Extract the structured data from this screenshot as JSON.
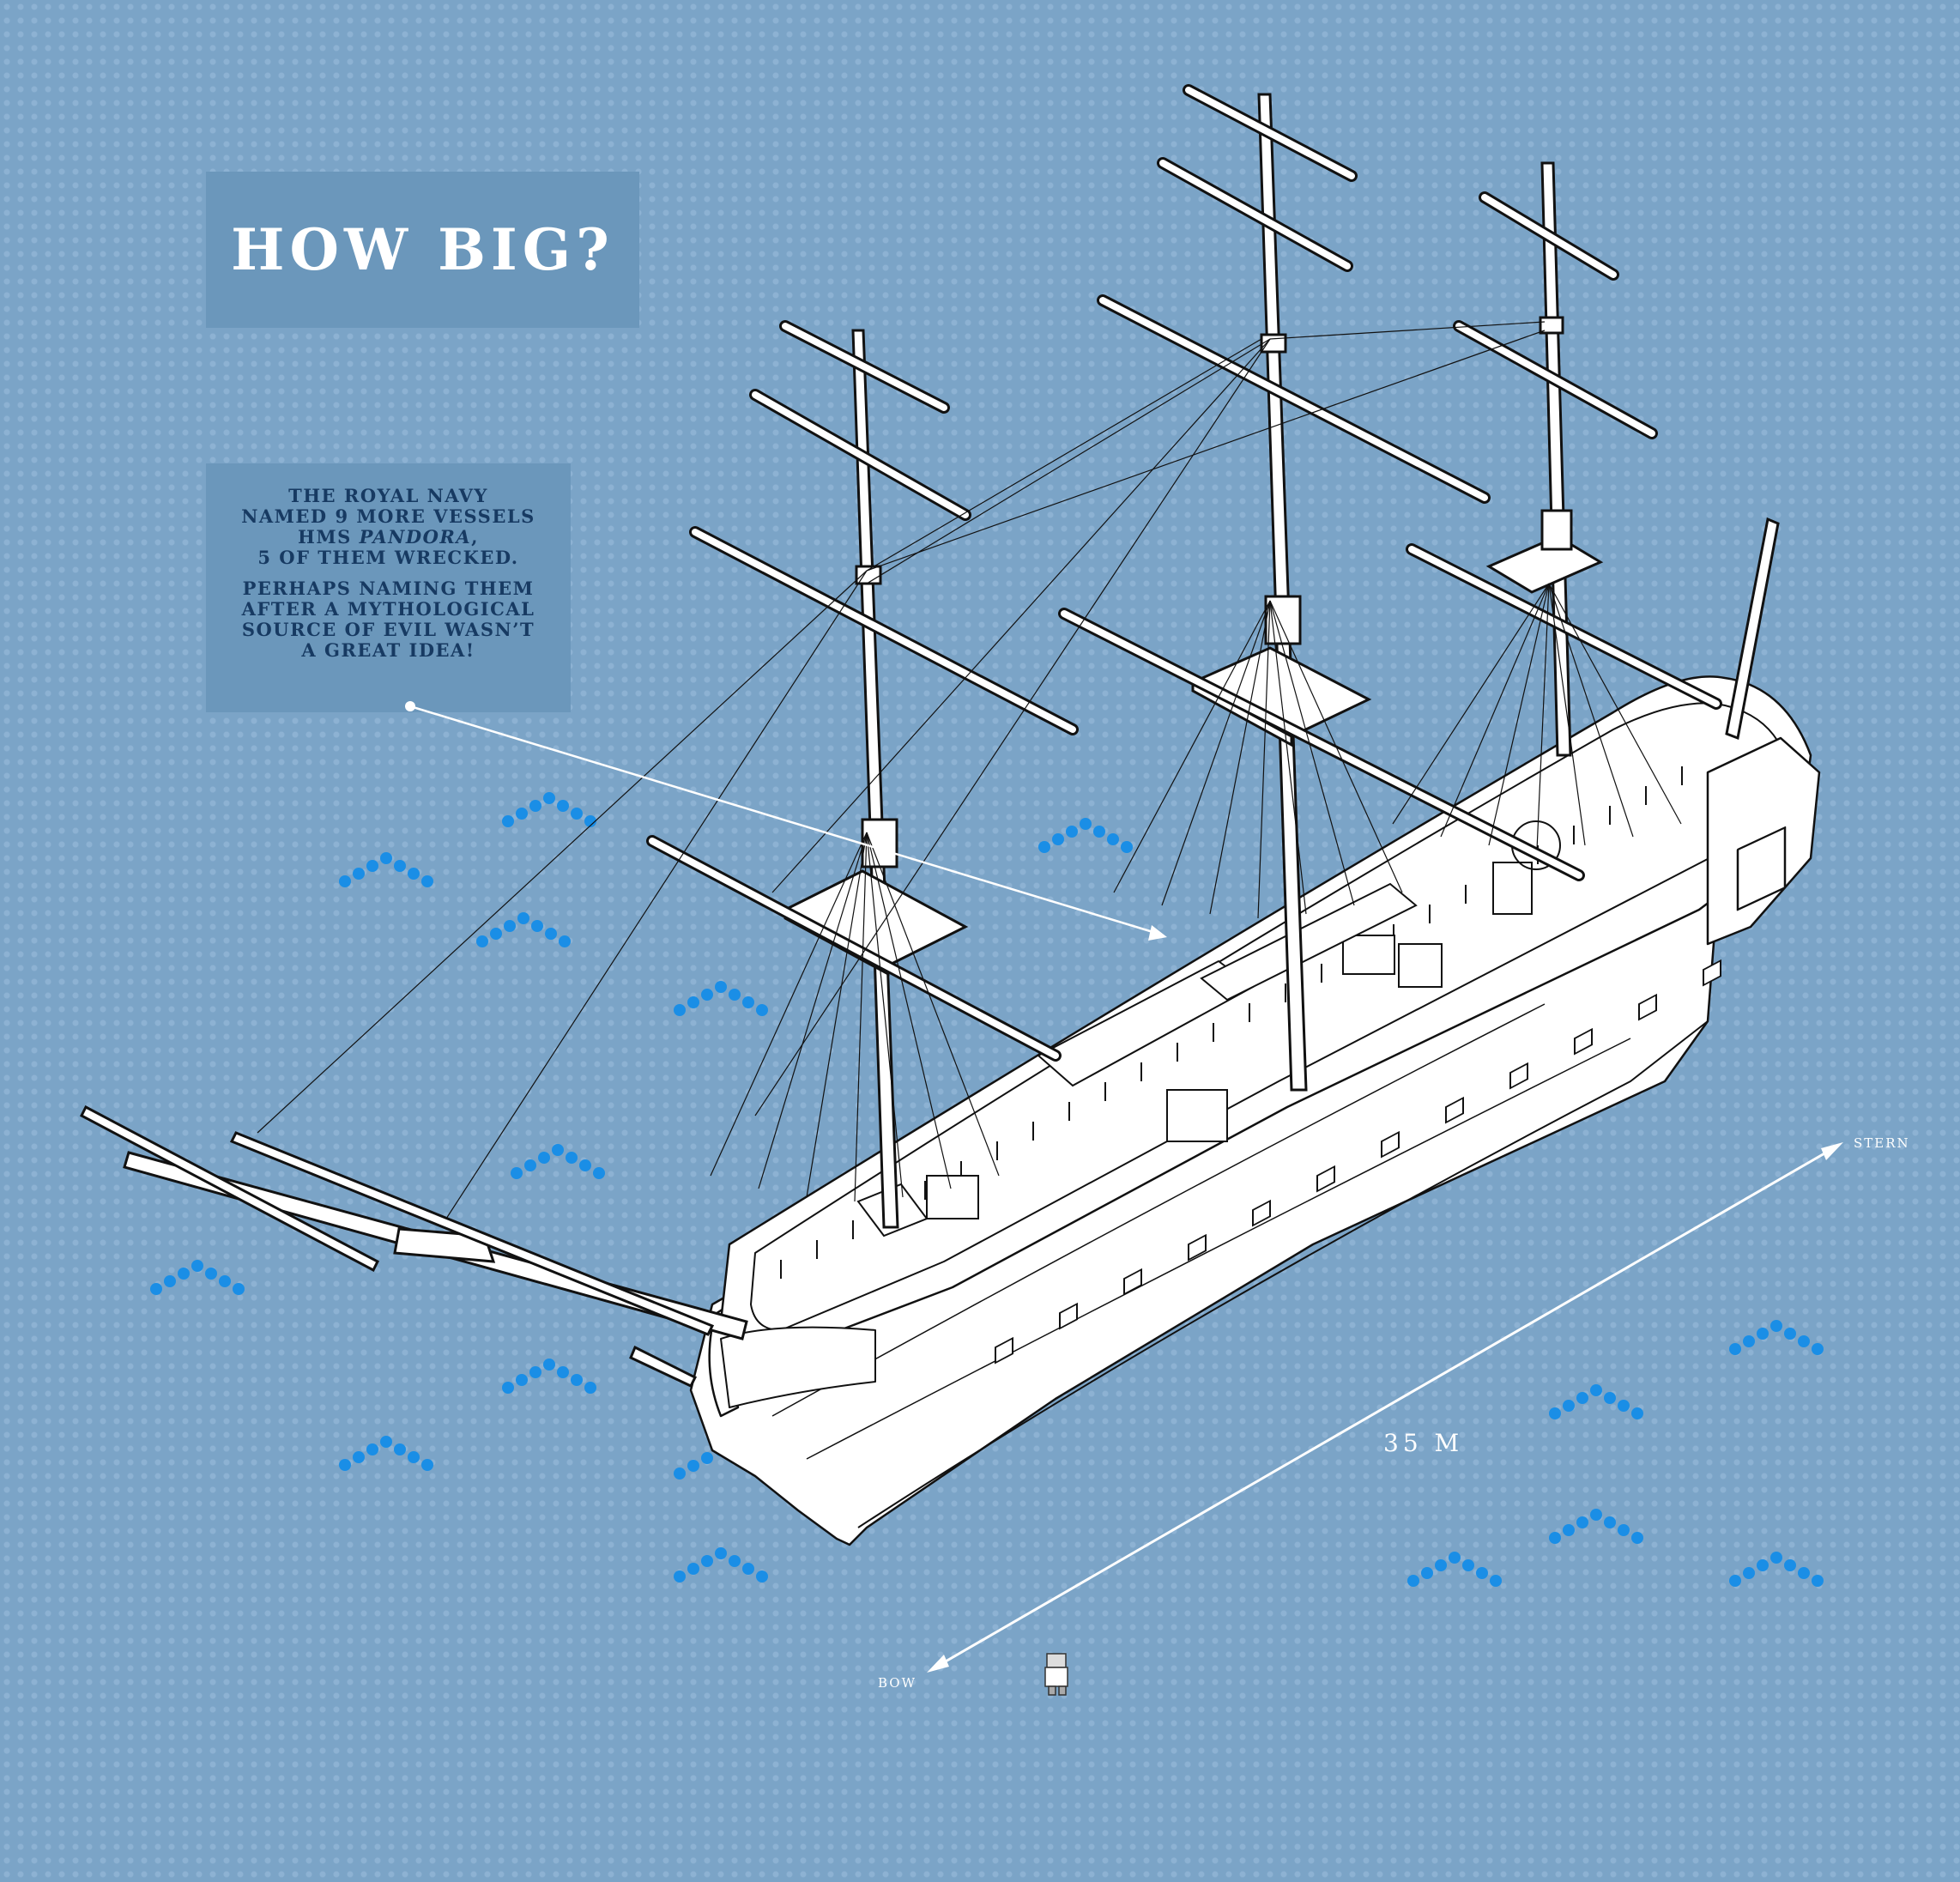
{
  "title": "HOW BIG?",
  "note": {
    "line1": "THE ROYAL NAVY",
    "line2": "NAMED 9 MORE VESSELS",
    "line3_prefix": "HMS ",
    "line3_italic": "PANDORA",
    "line3_suffix": ",",
    "line4": "5 OF THEM WRECKED.",
    "line5": "PERHAPS NAMING THEM",
    "line6": "AFTER A MYTHOLOGICAL",
    "line7": "SOURCE OF EVIL WASN’T",
    "line8": "A GREAT IDEA!"
  },
  "dimension": {
    "length": "35 M",
    "stern": "STERN",
    "bow": "BOW"
  },
  "colors": {
    "sea": "#7ba4c7",
    "panel": "#6b97bb",
    "note_text": "#173a62",
    "wave_dots": "#1a8ee6",
    "ship_fill": "#ffffff",
    "ink": "#111111"
  },
  "icons": [
    "ship-illustration",
    "wave-marks",
    "scale-figure-icon"
  ]
}
